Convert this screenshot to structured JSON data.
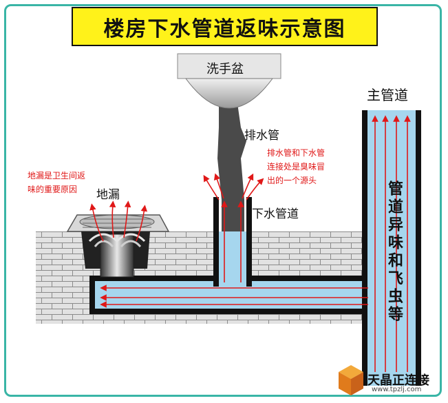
{
  "title": "楼房下水管道返味示意图",
  "labels": {
    "basin": "洗手盆",
    "drain_pipe": "排水管",
    "main_pipe": "主管道",
    "floor_drain": "地漏",
    "sewer_pipe": "下水管道",
    "main_pipe_vertical": "管道异味和飞虫等"
  },
  "notes": {
    "floor_drain_note": [
      "地漏是卫生间返",
      "味的重要原因"
    ],
    "joint_note": [
      "排水管和下水管",
      "连接处是臭味冒",
      "出的一个源头"
    ]
  },
  "watermark": {
    "name": "天晶正连接",
    "url": "www.tpzlj.com"
  },
  "colors": {
    "frame": "#39b5a6",
    "title_bg": "#fff21a",
    "water": "#a6d6ee",
    "wall": "#d8d8d8",
    "arrows": "#e01818",
    "note_text": "#e01818"
  }
}
